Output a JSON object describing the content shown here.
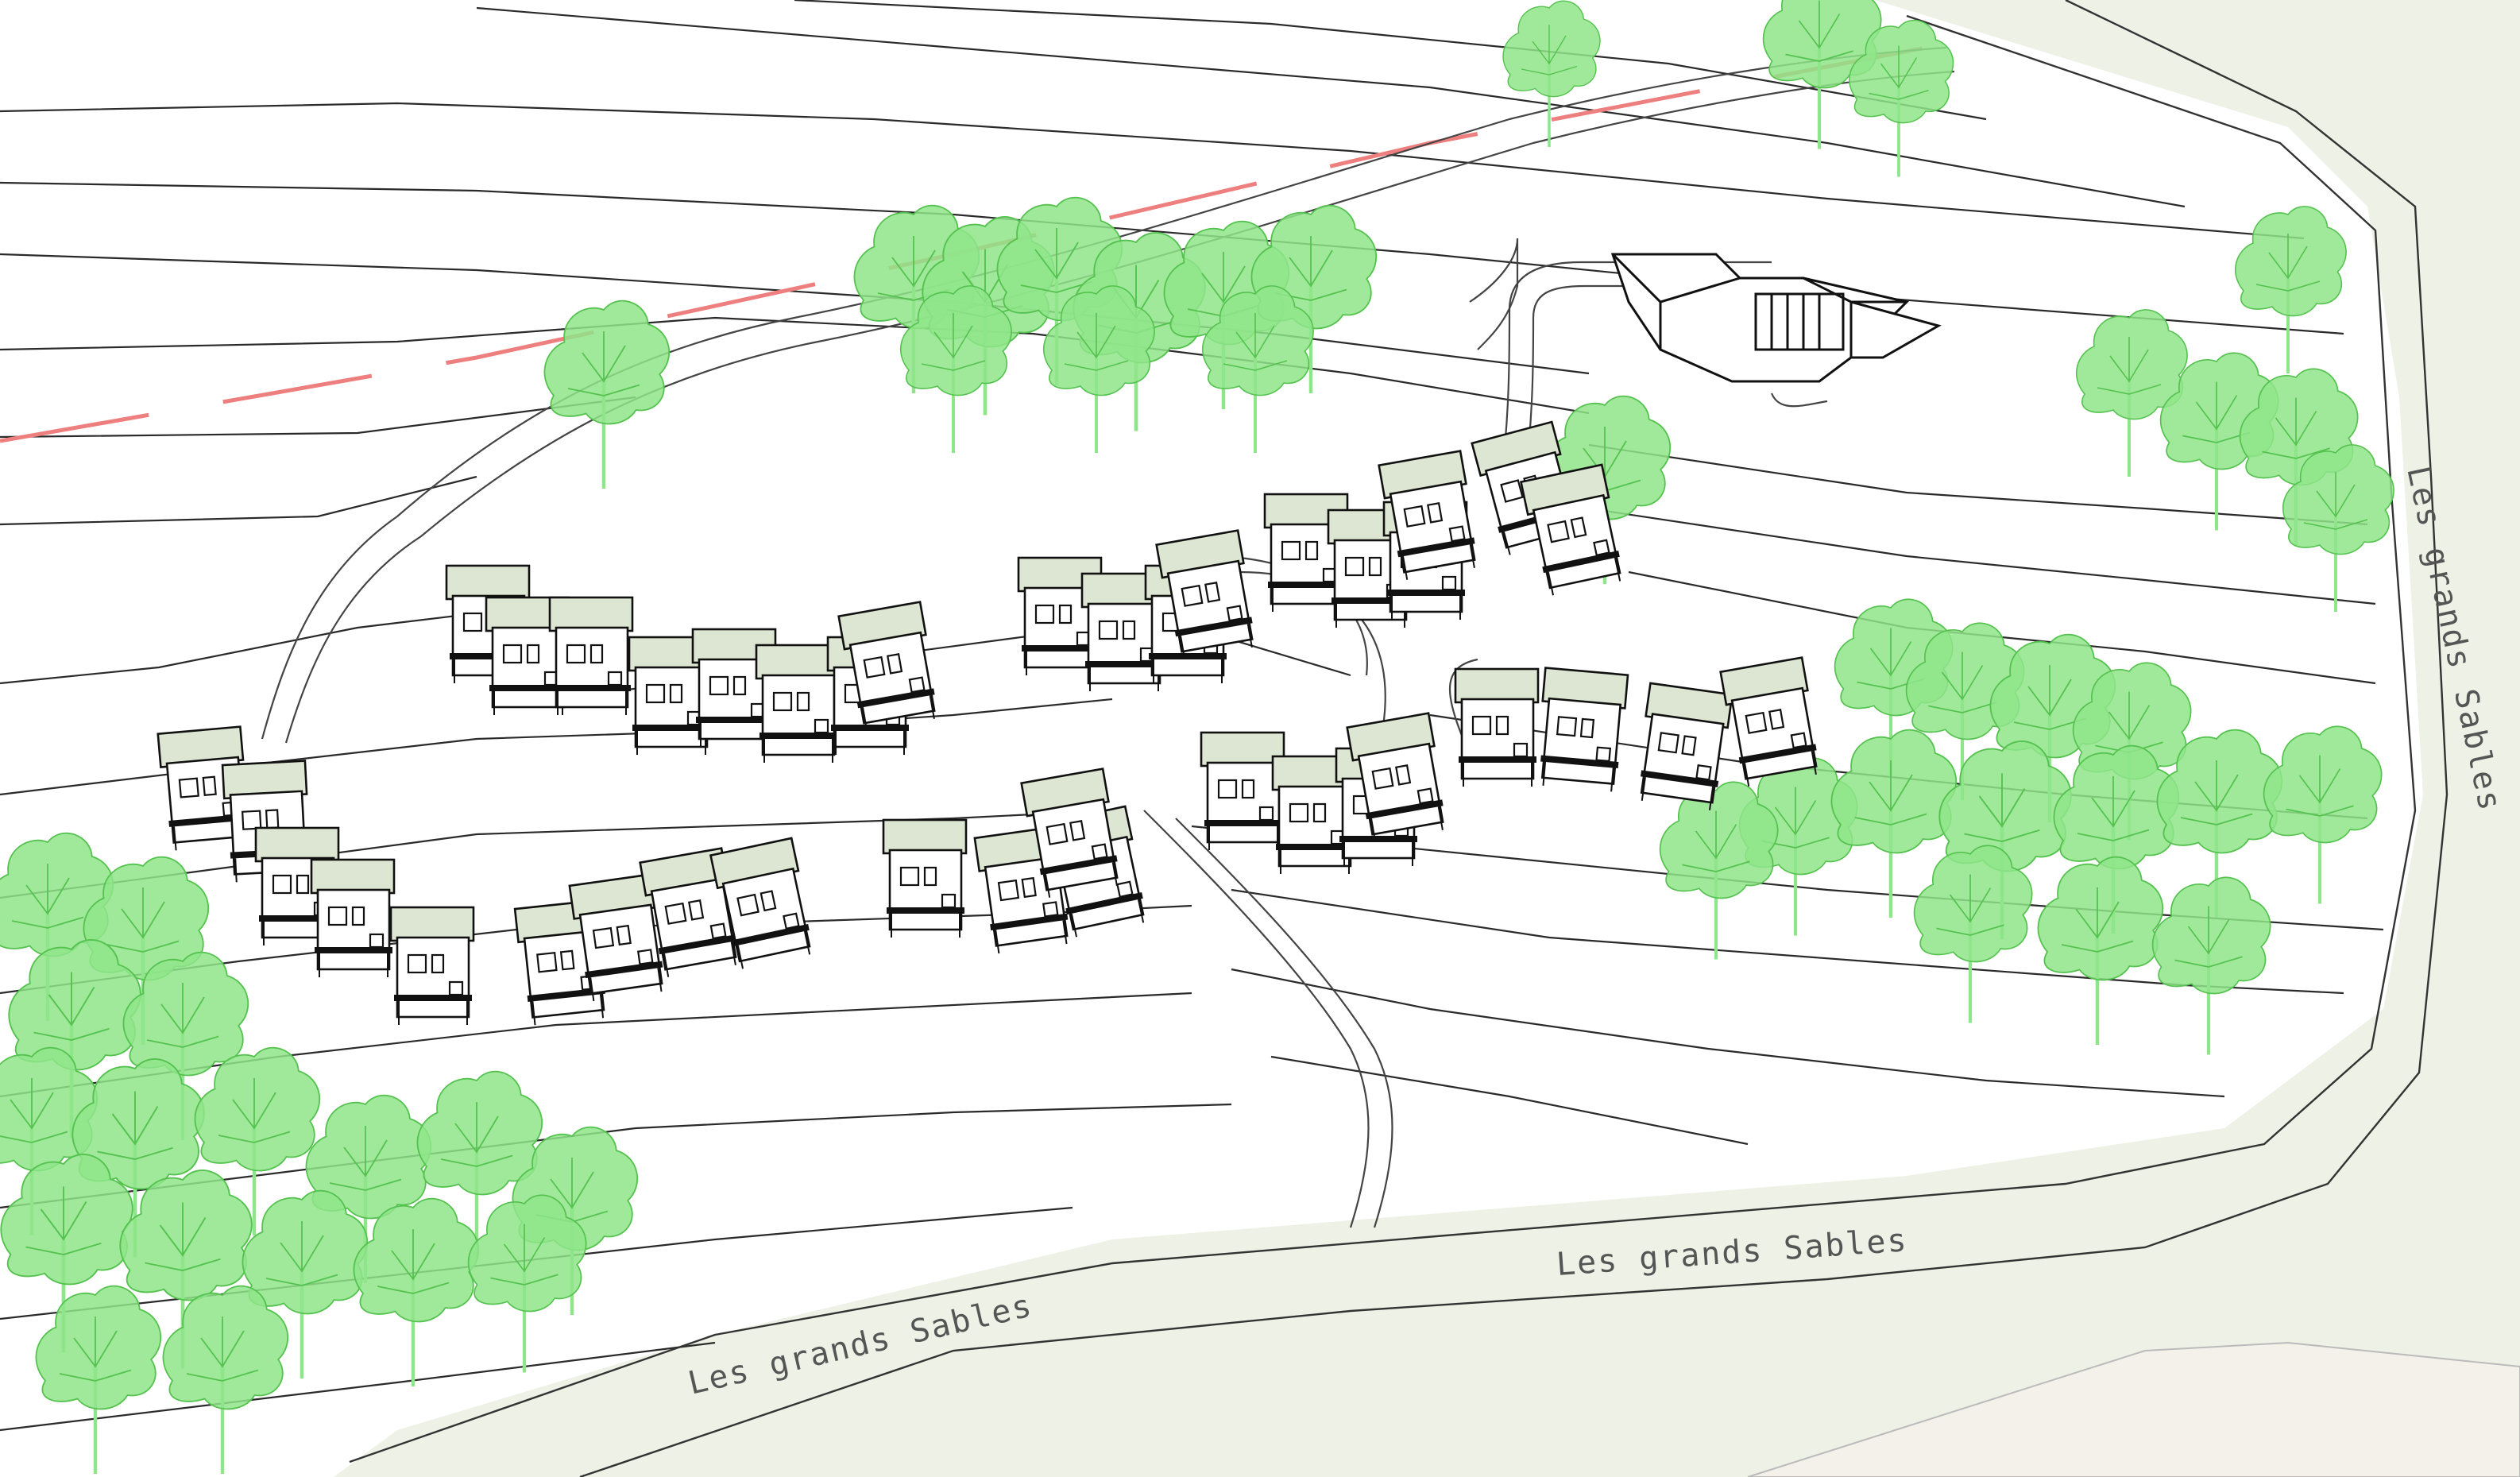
{
  "road_labels": [
    "Les grands Sables",
    "Les grands Sables",
    "Les grands Sables"
  ],
  "colors": {
    "terrain": "#ffffff",
    "outside": "#eef1e6",
    "outside_bottom": "#f4f1ea",
    "contour": "#2a2a2a",
    "boundary": "#ee7f7f",
    "tree_fill": "#8fe58a",
    "tree_stroke": "#55c24f",
    "roof": "#dde6d2",
    "building_line": "#111111"
  },
  "icons": [
    "deciduous-tree-icon",
    "townhouse-icon",
    "clubhouse-icon"
  ]
}
